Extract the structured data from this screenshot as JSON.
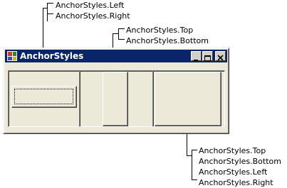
{
  "window": {
    "title": "AnchorStyles"
  },
  "callouts": {
    "left_right": [
      "AnchorStyles.Left",
      "AnchorStyles.Right"
    ],
    "top_bottom": [
      "AnchorStyles.Top",
      "AnchorStyles.Bottom"
    ],
    "all": [
      "AnchorStyles.Top",
      "AnchorStyles.Bottom",
      "AnchorStyles.Left",
      "AnchorStyles.Right"
    ]
  },
  "colors": {
    "titlebar": "#0a246a",
    "window_face": "#ece9d8"
  },
  "icons": [
    "app-icon",
    "minimize-icon",
    "maximize-icon",
    "close-icon"
  ]
}
